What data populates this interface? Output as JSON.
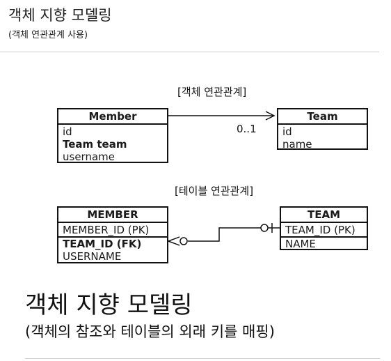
{
  "header": {
    "title": "객체 지향 모델링",
    "subtitle": "(객체 연관관계 사용)"
  },
  "object_diagram": {
    "caption": "[객체 연관관계]",
    "member": {
      "name": "Member",
      "attrs": [
        "id",
        "Team team",
        "username"
      ]
    },
    "team": {
      "name": "Team",
      "attrs": [
        "id",
        "name"
      ]
    },
    "multiplicity": "0..1"
  },
  "table_diagram": {
    "caption": "[테이블 연관관계]",
    "member": {
      "name": "MEMBER",
      "pk": "MEMBER_ID (PK)",
      "fk": "TEAM_ID (FK)",
      "attr": "USERNAME"
    },
    "team": {
      "name": "TEAM",
      "pk": "TEAM_ID (PK)",
      "attr": "NAME"
    }
  },
  "footer": {
    "title": "객체 지향 모델링",
    "subtitle": "(객체의 참조와 테이블의 외래 키를 매핑)"
  }
}
